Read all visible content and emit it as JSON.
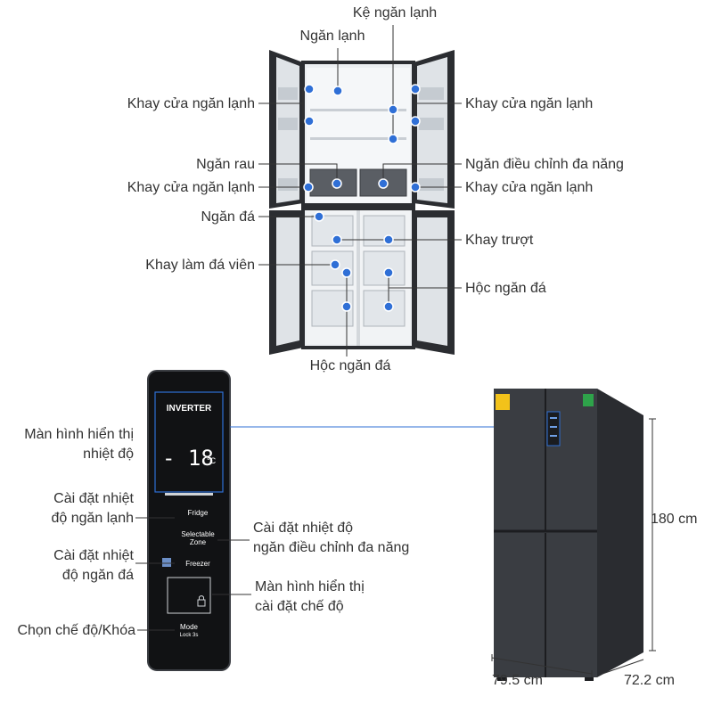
{
  "labels": {
    "fridge_shelf": "Kệ ngăn lạnh",
    "fridge_compartment": "Ngăn lạnh",
    "fridge_door_tray_left_top": "Khay cửa ngăn lạnh",
    "fridge_door_tray_right_top": "Khay cửa ngăn lạnh",
    "vegetable_drawer": "Ngăn rau",
    "multi_zone": "Ngăn điều chỉnh đa năng",
    "fridge_door_tray_left_mid": "Khay cửa ngăn lạnh",
    "fridge_door_tray_right_mid": "Khay cửa ngăn lạnh",
    "freezer_compartment": "Ngăn đá",
    "sliding_tray": "Khay trượt",
    "ice_tray": "Khay làm đá viên",
    "freezer_drawer_right": "Hộc ngăn đá",
    "freezer_drawer_bottom": "Hộc ngăn đá"
  },
  "panel": {
    "brand": "INVERTER",
    "temperature": "- 18",
    "unit": "°C",
    "fridge_btn": "Fridge",
    "zone_btn_line1": "Selectable",
    "zone_btn_line2": "Zone",
    "freezer_btn": "Freezer",
    "mode_btn": "Mode",
    "lock_hint": "Lock 3s"
  },
  "panel_labels": {
    "display_line1": "Màn hình hiển thị",
    "display_line2": "nhiệt độ",
    "fridge_temp_line1": "Cài đặt nhiệt",
    "fridge_temp_line2": "độ ngăn lạnh",
    "zone_temp_line1": "Cài đặt nhiệt độ",
    "zone_temp_line2": "ngăn điều chỉnh đa năng",
    "freezer_temp_line1": "Cài đặt nhiệt",
    "freezer_temp_line2": "độ ngăn đá",
    "mode_display_line1": "Màn hình hiển thị",
    "mode_display_line2": "cài đặt chế độ",
    "mode_lock": "Chọn chế độ/Khóa"
  },
  "dimensions": {
    "height": "180 cm",
    "width": "79.5 cm",
    "depth": "72.2 cm"
  },
  "colors": {
    "accent": "#2f6fd6",
    "fridge_body": "#3a3d42",
    "panel_bg": "#111214"
  }
}
